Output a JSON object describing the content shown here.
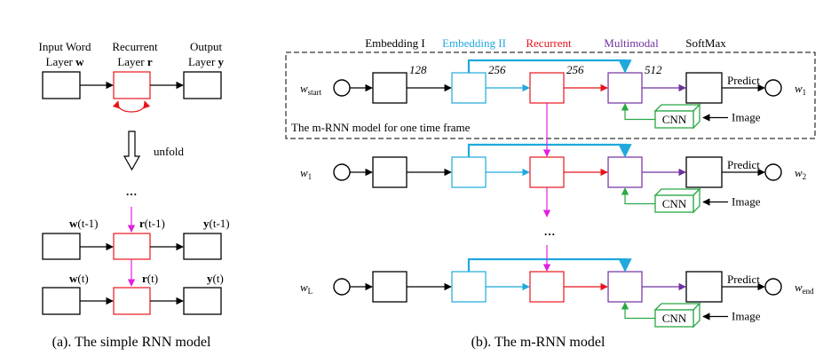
{
  "left": {
    "input_label_1": "Input Word",
    "input_label_2a": "Layer ",
    "input_label_2b": "w",
    "recurrent_label_1": "Recurrent",
    "recurrent_label_2a": "Layer ",
    "recurrent_label_2b": "r",
    "output_label_1": "Output",
    "output_label_2a": "Layer ",
    "output_label_2b": "y",
    "unfold": "unfold",
    "dots": "···",
    "w_prev_b": "w",
    "w_prev_t": "(t-1)",
    "r_prev_b": "r",
    "r_prev_t": "(t-1)",
    "y_prev_b": "y",
    "y_prev_t": "(t-1)",
    "w_cur_b": "w",
    "w_cur_t": "(t)",
    "r_cur_b": "r",
    "r_cur_t": "(t)",
    "y_cur_b": "y",
    "y_cur_t": "(t)",
    "caption": "(a). The simple RNN model"
  },
  "right": {
    "headers": {
      "embedding1": "Embedding I",
      "embedding2": "Embedding II",
      "recurrent": "Recurrent",
      "multimodal": "Multimodal",
      "softmax": "SoftMax"
    },
    "dims": {
      "d128": "128",
      "d256a": "256",
      "d256b": "256",
      "d512": "512"
    },
    "frame_label": "The m-RNN model for one time frame",
    "predict": "Predict",
    "image": "Image",
    "cnn": "CNN",
    "dots": "···",
    "w": "w",
    "sub_start": "start",
    "sub_1": "1",
    "sub_2": "2",
    "sub_L": "L",
    "sub_end": "end",
    "caption": "(b). The m-RNN model"
  },
  "colors": {
    "embedding2": "#1fa9dd",
    "recurrent": "#e8141c",
    "multimodal": "#7030a0",
    "cnn": "#2aa845",
    "unfold_arrow": "#e020e0"
  }
}
